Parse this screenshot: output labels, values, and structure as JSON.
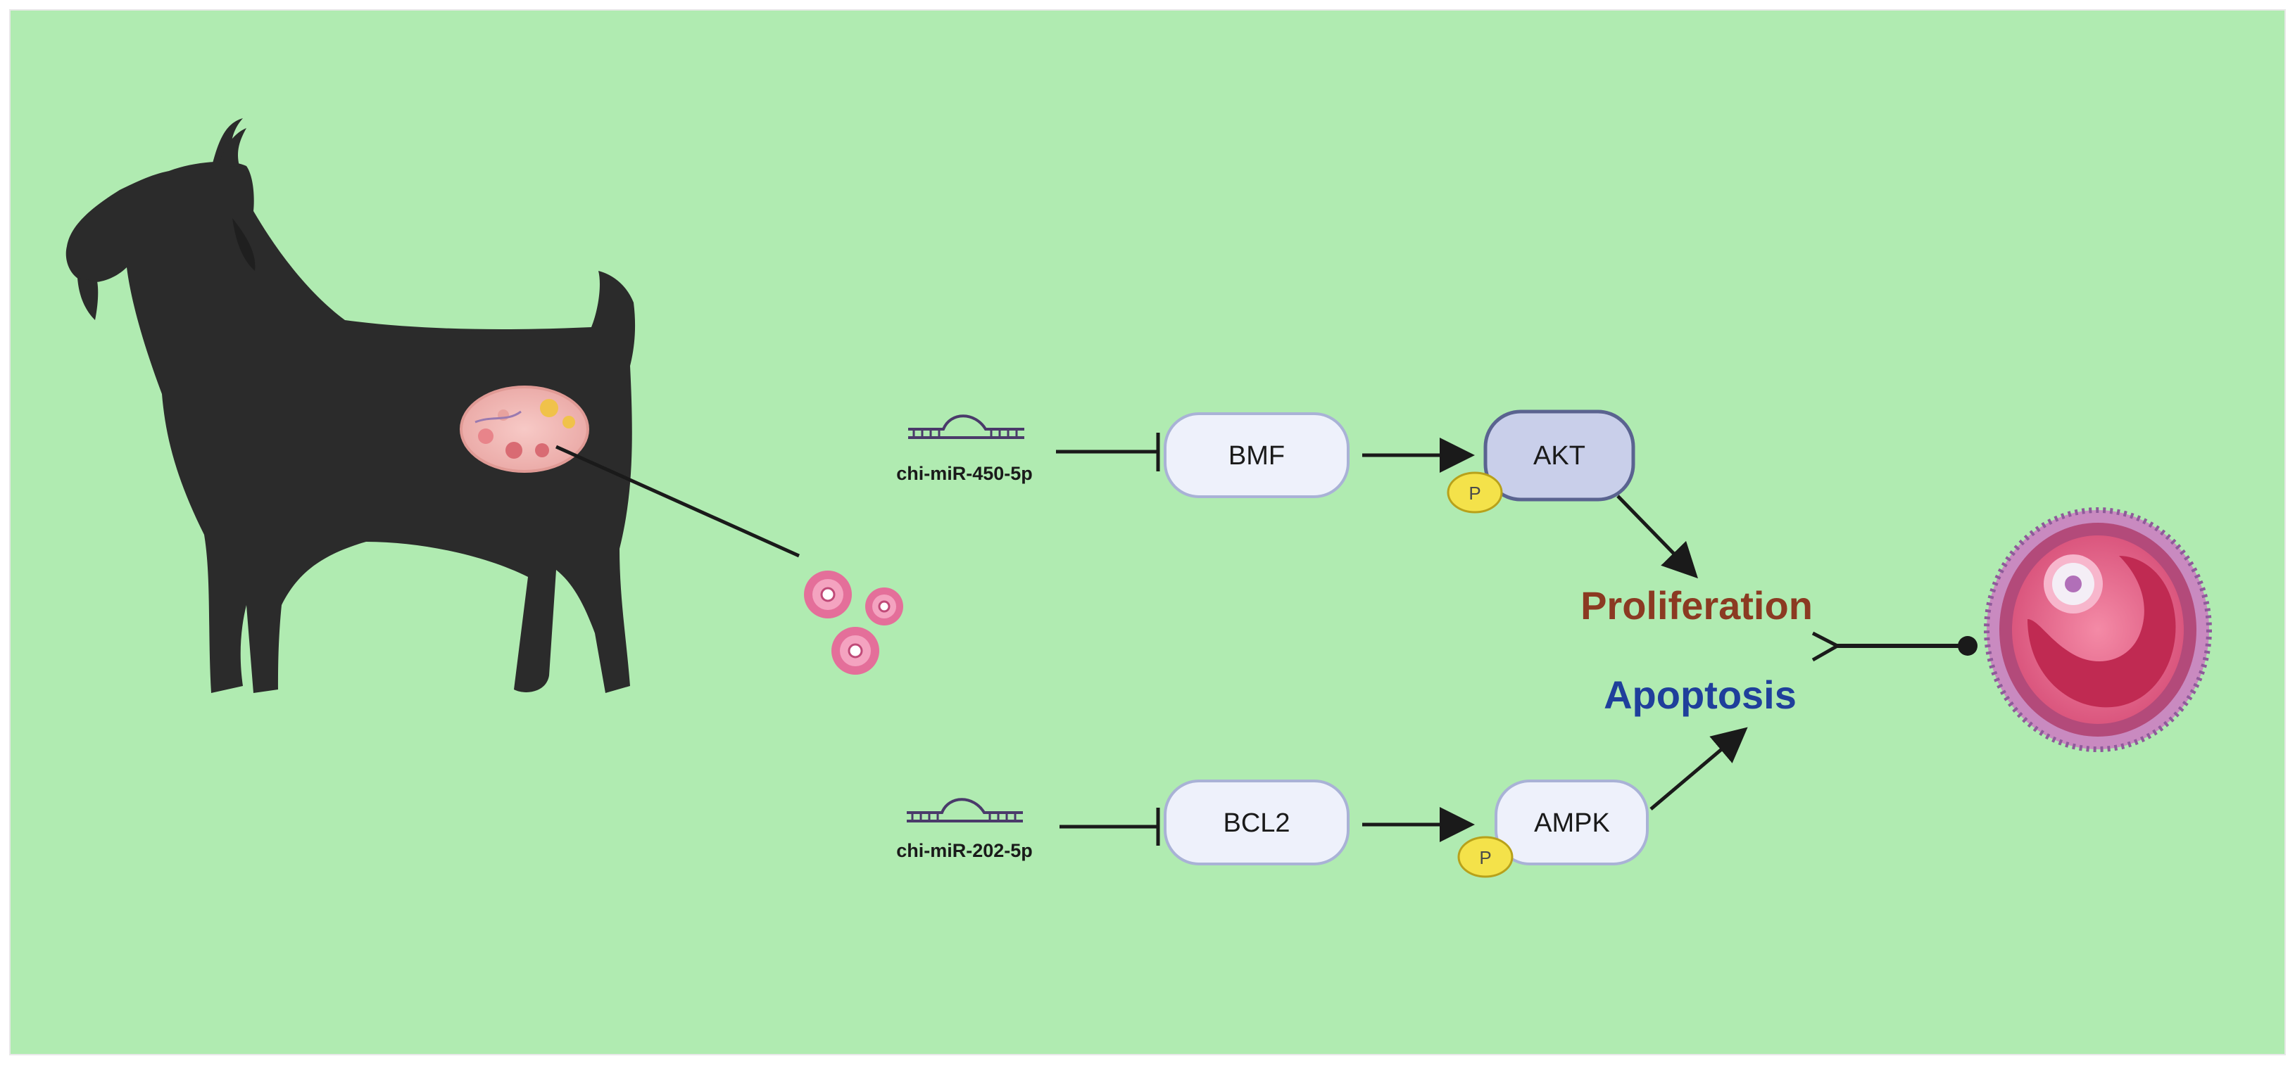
{
  "diagram": {
    "background_color": "#b0ebb1",
    "mirnas": [
      {
        "label": "chi-miR-450-5p"
      },
      {
        "label": "chi-miR-202-5p"
      }
    ],
    "proteins": [
      {
        "label": "BMF"
      },
      {
        "label": "AKT"
      },
      {
        "label": "BCL2"
      },
      {
        "label": "AMPK"
      }
    ],
    "phospho_label": "P",
    "outcomes": {
      "proliferation": {
        "label": "Proliferation",
        "color": "#8b3a22"
      },
      "apoptosis": {
        "label": "Apoptosis",
        "color": "#1f3f9b"
      }
    },
    "colors": {
      "goat": "#2b2b2b",
      "protein_fill": "#eef1fb",
      "akt_fill": "#c9cfea",
      "protein_border": "#a9b2d6",
      "phospho_fill": "#f4e24a",
      "cell_pink": "#e46f9a",
      "follicle_outer": "#b34a7a",
      "follicle_body": "#e85a82"
    }
  }
}
